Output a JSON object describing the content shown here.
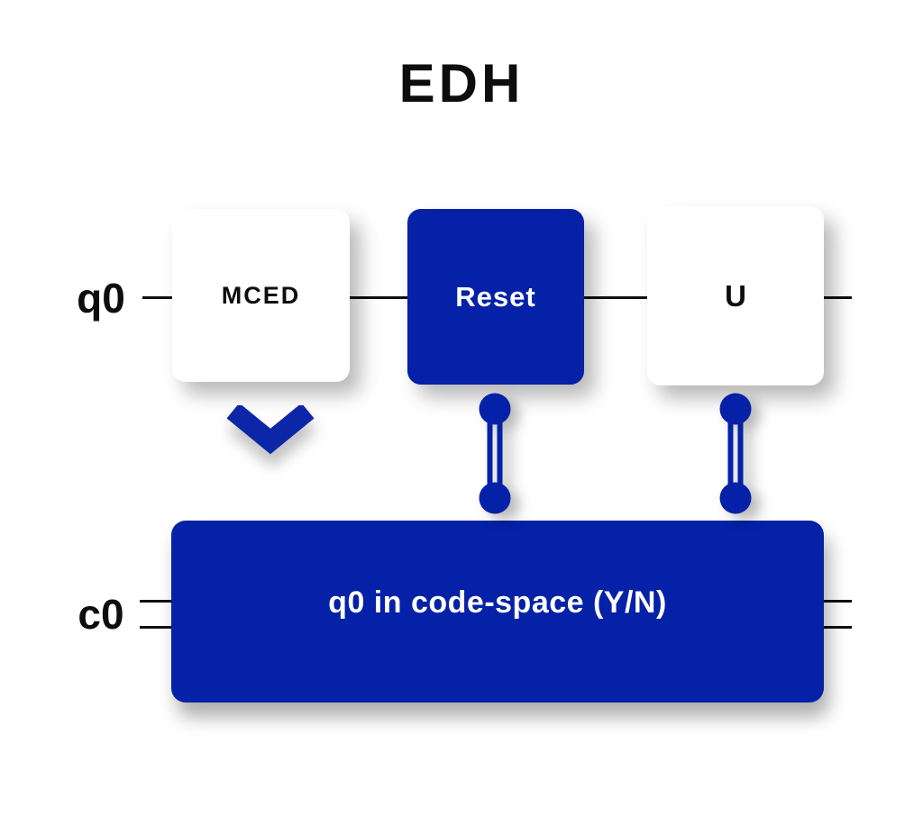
{
  "title": "EDH",
  "colors": {
    "accent_blue": "#0521a7",
    "wire_black": "#101010",
    "background": "#ffffff",
    "gate_white": "#ffffff",
    "text_on_blue": "#ffffff"
  },
  "wires": {
    "quantum": {
      "label": "q0"
    },
    "classical": {
      "label": "c0"
    }
  },
  "gates": [
    {
      "label": "MCED",
      "style": "white"
    },
    {
      "label": "Reset",
      "style": "blue"
    },
    {
      "label": "U",
      "style": "white"
    }
  ],
  "icons": {
    "chevron": "chevron-down-icon",
    "connector": "classical-control-connector"
  },
  "measure_box": {
    "label": "q0 in code-space (Y/N)"
  }
}
